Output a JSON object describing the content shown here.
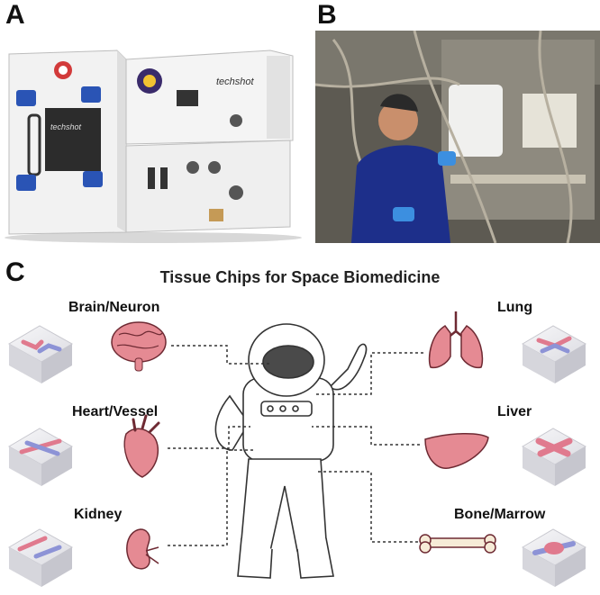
{
  "panels": {
    "a": {
      "letter": "A",
      "hardware_brand": "techshot",
      "photo_icon": "hardware-rack-photo"
    },
    "b": {
      "letter": "B",
      "photo_icon": "astronaut-in-iss-photo"
    },
    "c": {
      "letter": "C"
    }
  },
  "diagram": {
    "title": "Tissue Chips for Space Biomedicine",
    "organs_left": [
      {
        "label": "Brain/Neuron",
        "icon": "brain-icon"
      },
      {
        "label": "Heart/Vessel",
        "icon": "heart-icon"
      },
      {
        "label": "Kidney",
        "icon": "kidney-icon"
      }
    ],
    "organs_right": [
      {
        "label": "Lung",
        "icon": "lung-icon"
      },
      {
        "label": "Liver",
        "icon": "liver-icon"
      },
      {
        "label": "Bone/Marrow",
        "icon": "bone-icon"
      }
    ],
    "colors": {
      "organ_fill": "#e58a93",
      "chip_channel_blue": "#8d93d6",
      "chip_channel_pink": "#e07a8e",
      "chip_block": "#e9e9ec"
    }
  }
}
